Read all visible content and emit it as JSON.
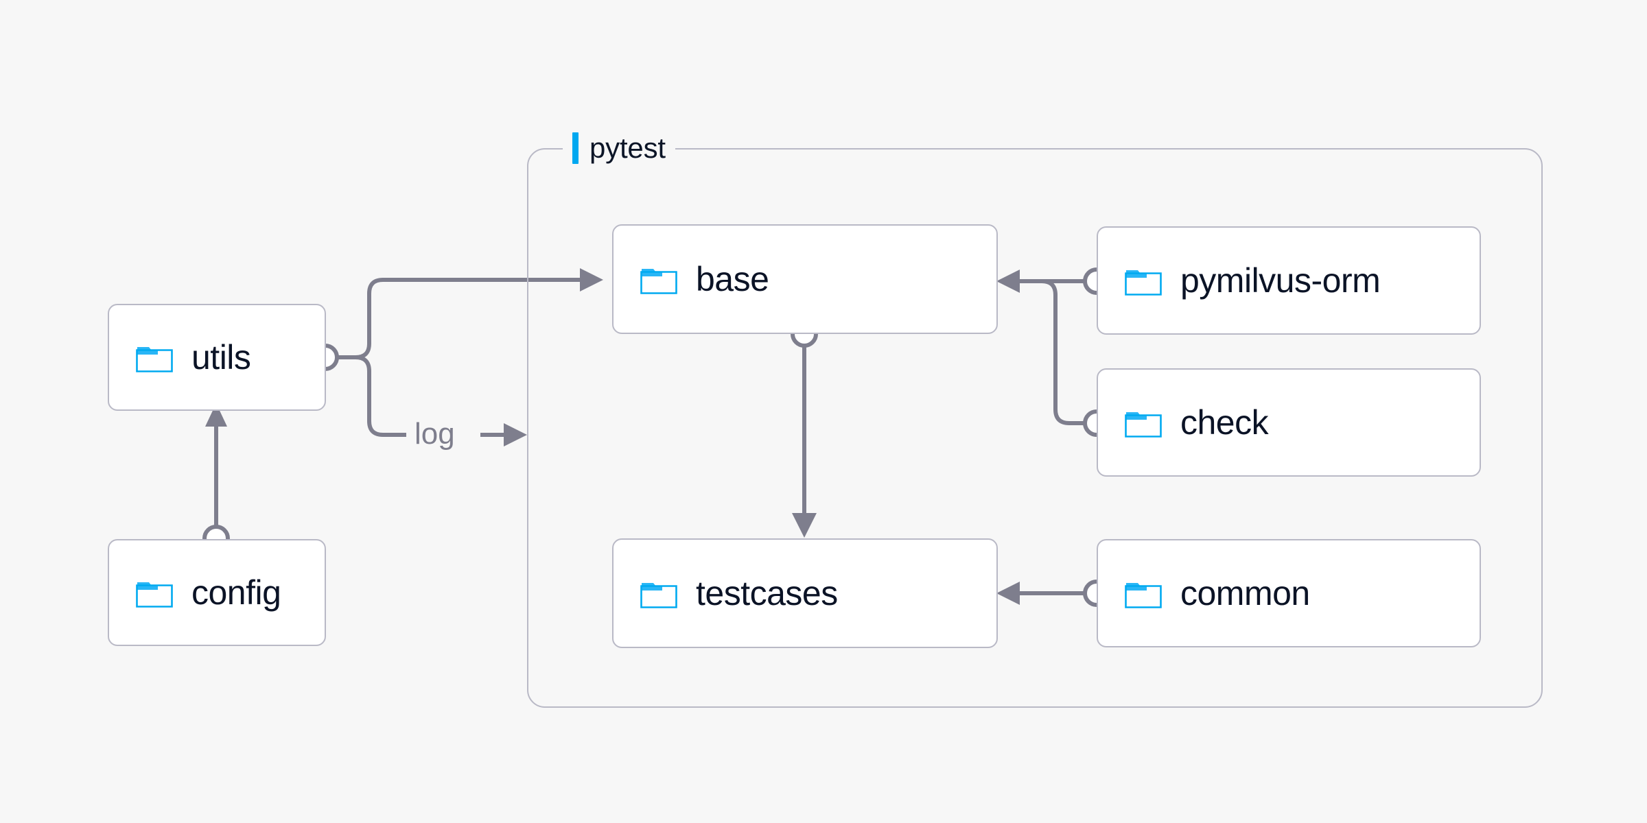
{
  "diagram": {
    "background_color": "#f7f7f7",
    "accent_color": "#00a8f0",
    "node_border_color": "#b9b9c6",
    "edge_color": "#7e7e8d",
    "text_color": "#0b1326"
  },
  "group": {
    "label": "pytest",
    "accent_icon": "vertical-bar-accent"
  },
  "nodes": [
    {
      "id": "utils",
      "label": "utils",
      "icon": "folder-icon"
    },
    {
      "id": "config",
      "label": "config",
      "icon": "folder-icon"
    },
    {
      "id": "base",
      "label": "base",
      "icon": "folder-icon"
    },
    {
      "id": "testcases",
      "label": "testcases",
      "icon": "folder-icon"
    },
    {
      "id": "pymilvus-orm",
      "label": "pymilvus-orm",
      "icon": "folder-icon"
    },
    {
      "id": "check",
      "label": "check",
      "icon": "folder-icon"
    },
    {
      "id": "common",
      "label": "common",
      "icon": "folder-icon"
    }
  ],
  "edges": [
    {
      "id": "config-utils",
      "from": "config",
      "to": "utils",
      "label": ""
    },
    {
      "id": "utils-base",
      "from": "utils",
      "to": "base",
      "label": ""
    },
    {
      "id": "utils-log",
      "from": "utils",
      "to": "pytest",
      "label": "log"
    },
    {
      "id": "base-testcases",
      "from": "base",
      "to": "testcases",
      "label": ""
    },
    {
      "id": "pymilvusorm-base",
      "from": "pymilvus-orm",
      "to": "base",
      "label": ""
    },
    {
      "id": "check-base",
      "from": "check",
      "to": "base",
      "label": ""
    },
    {
      "id": "common-testcases",
      "from": "common",
      "to": "testcases",
      "label": ""
    }
  ]
}
